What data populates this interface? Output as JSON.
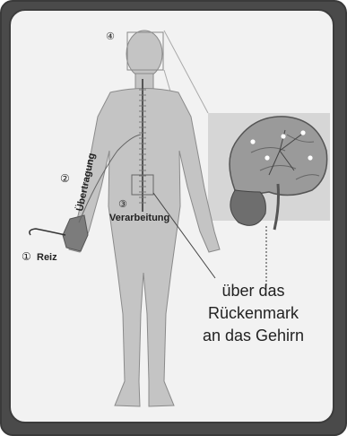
{
  "markers": {
    "m1": "①",
    "m2": "②",
    "m3": "③",
    "m4": "④"
  },
  "labels": {
    "reiz": "Reiz",
    "uebertragung": "Übertragung",
    "verarbeitung": "Verarbeitung"
  },
  "caption": {
    "line1": "über das",
    "line2": "Rückenmark",
    "line3": "an das Gehirn"
  },
  "colors": {
    "frame": "#4a4a4a",
    "panel": "#f2f2f2",
    "body": "#c4c4c4",
    "brain": "#9a9a9a",
    "cerebellum": "#6e6e6e",
    "zoom_box": "#d6d6d6"
  }
}
